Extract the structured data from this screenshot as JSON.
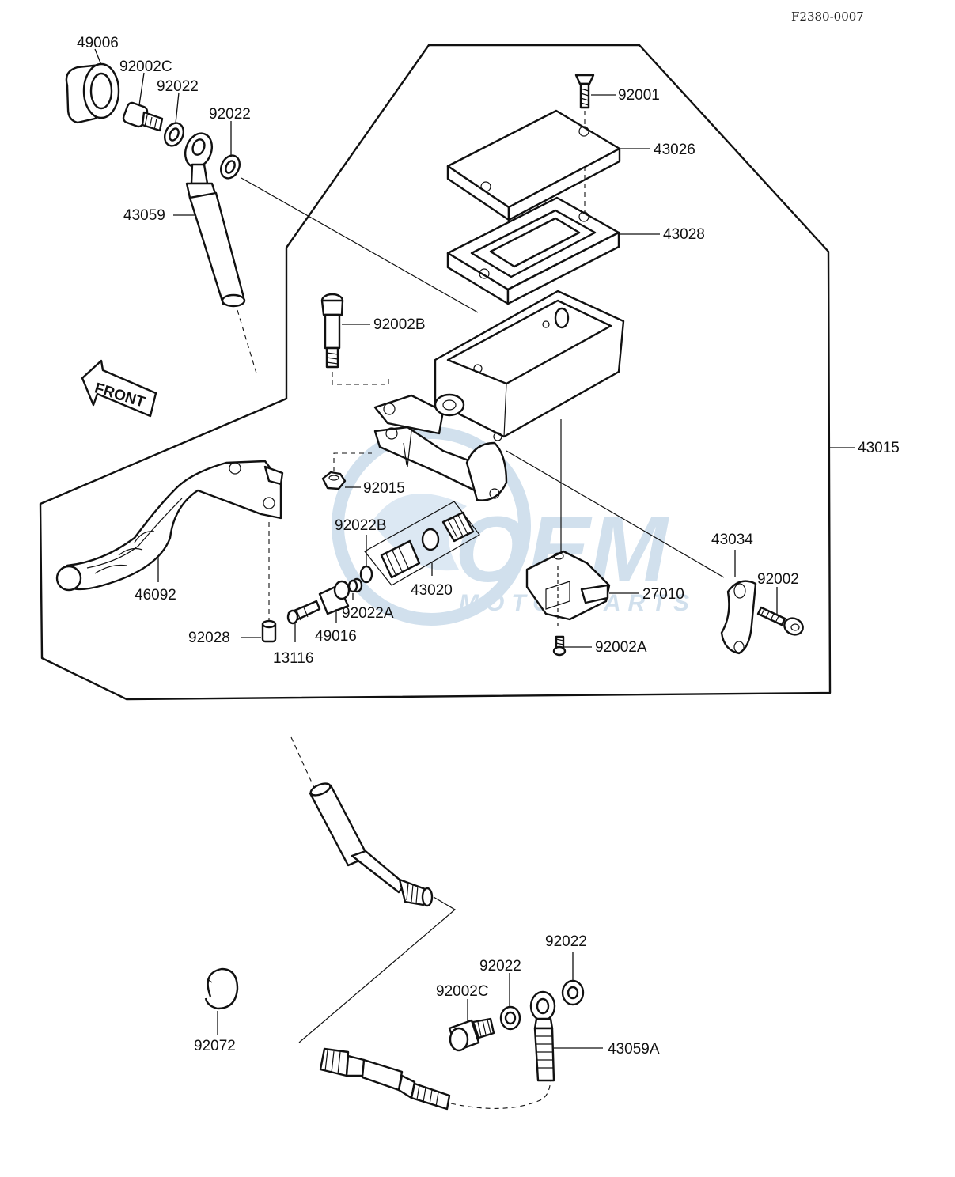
{
  "diagram_ref": "F2380-0007",
  "direction_label": "FRONT",
  "watermark": {
    "brand": "OEM",
    "tagline": "MOTORPARTS",
    "color": "#c9dbea"
  },
  "labels": {
    "p49006": "49006",
    "p92002C_top": "92002C",
    "p92022_a": "92022",
    "p92022_b": "92022",
    "p43059": "43059",
    "p92001": "92001",
    "p43026": "43026",
    "p43028": "43028",
    "p92002B": "92002B",
    "p43015": "43015",
    "p92015": "92015",
    "p92022B": "92022B",
    "p43020": "43020",
    "p43034": "43034",
    "p92002": "92002",
    "p27010": "27010",
    "p46092": "46092",
    "p92022A": "92022A",
    "p49016": "49016",
    "p92028": "92028",
    "p13116": "13116",
    "p92002A": "92002A",
    "p92022_c": "92022",
    "p92022_d": "92022",
    "p92002C_bottom": "92002C",
    "p43059A": "43059A",
    "p92072": "92072"
  }
}
